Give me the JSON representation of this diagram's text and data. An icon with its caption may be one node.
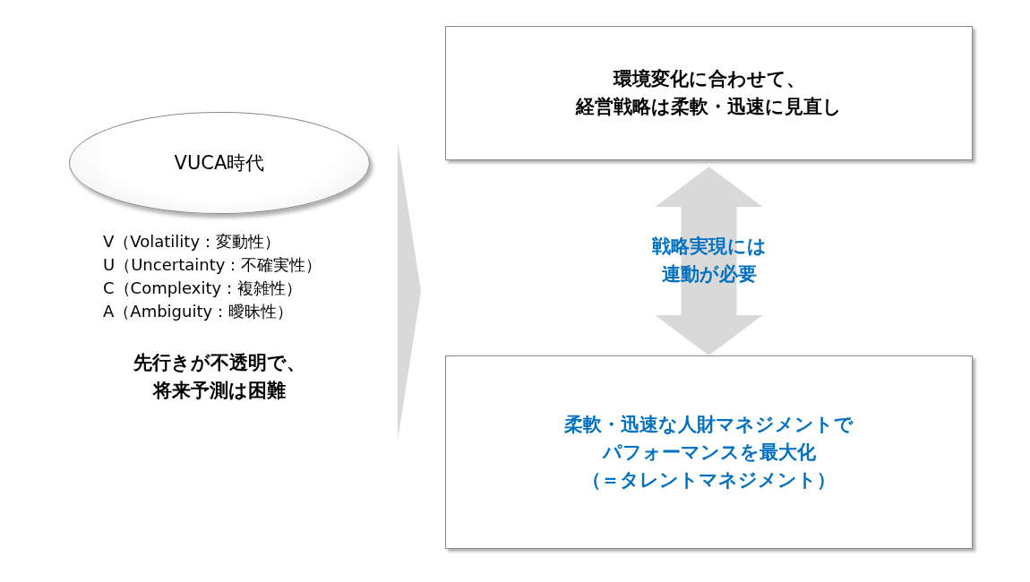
{
  "diagram": {
    "nodes": [
      {
        "text": [
          "VUCA時代"
        ]
      },
      {
        "text": [
          "環境変化に合わせて、経営戦略は柔軟・迅速に見直し"
        ]
      },
      {
        "text": [
          "柔軟・迅速な人財マネジメントでパフォーマンスを最大化（＝タレントマネジメント）"
        ]
      },
      {
        "text": [],
        "shape": "chevron"
      }
    ],
    "edges": [
      {
        "from": 1,
        "to": 2,
        "arrow": "both",
        "label": "戦略実現には連動が必要",
        "style": "thick",
        "color": "#d9d9d9"
      }
    ],
    "labels": [
      "V（Volatility：変動性）",
      "U（Uncertainty：不確実性）",
      "C（Complexity：複雑性）",
      "A（Ambiguity：曖昧性）",
      "先行きが不透明で、将来予測は困難"
    ]
  }
}
